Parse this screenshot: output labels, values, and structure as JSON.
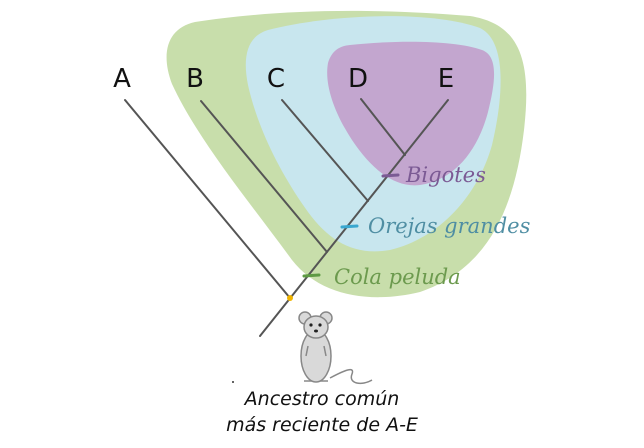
{
  "taxa": [
    "A",
    "B",
    "C",
    "D",
    "E"
  ],
  "traits": [
    {
      "label": "Bigotes",
      "color": "#7b5a94"
    },
    {
      "label": "Orejas grandes",
      "color": "#4f8ea3"
    },
    {
      "label": "Cola peluda",
      "color": "#6c9a4e"
    }
  ],
  "caption": {
    "line1": "Ancestro común",
    "line2": "más reciente de A-E"
  },
  "colors": {
    "green_region": "#c8deab",
    "blue_region": "#c8e6ee",
    "purple_region": "#c3a6cf",
    "branch": "#555555",
    "bigotes_mark": "#7b5a94",
    "orejas_mark": "#3aa7cf",
    "cola_mark": "#5e9a44",
    "root_dot": "#f0b400",
    "mouse_fill": "#d9d9d9",
    "mouse_stroke": "#888888"
  }
}
